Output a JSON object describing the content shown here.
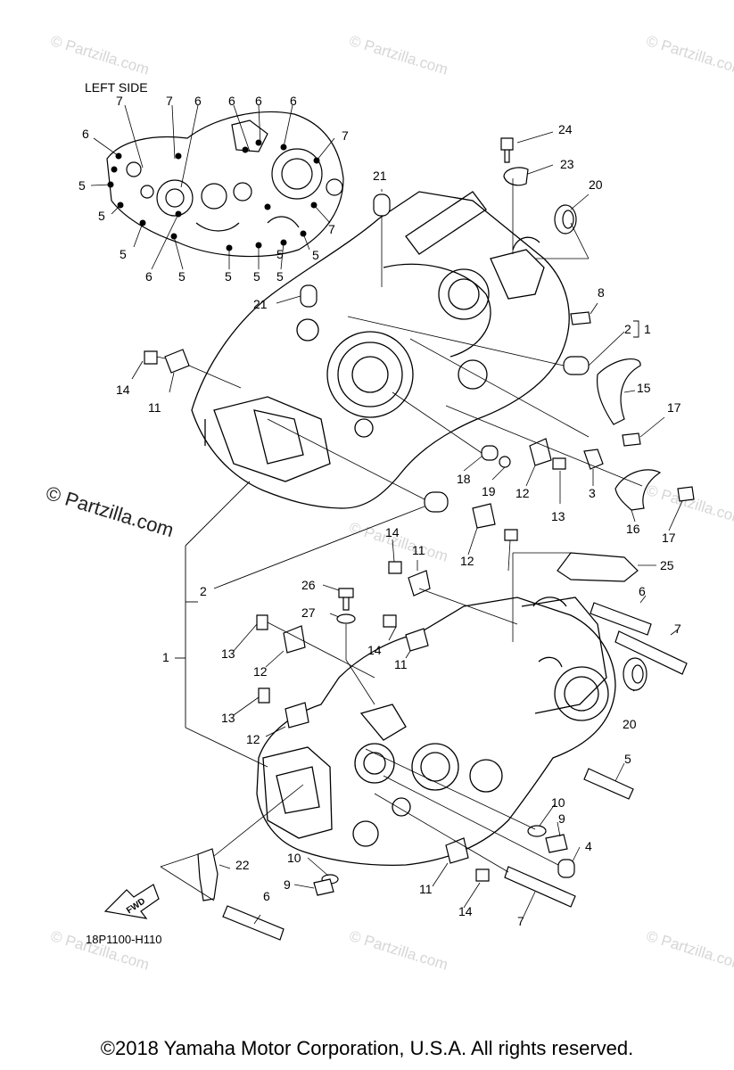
{
  "diagram": {
    "heading": "LEFT SIDE",
    "diagram_code": "18P1100-H110",
    "fwd_label": "FWD"
  },
  "watermark": {
    "text": "© Partzilla.com",
    "faint_text": "© Partzilla.com"
  },
  "footer": {
    "copyright": "©2018  Yamaha Motor Corporation, U.S.A. All rights reserved."
  },
  "callouts": {
    "inset": [
      "7",
      "7",
      "6",
      "6",
      "6",
      "6",
      "7",
      "6",
      "5",
      "5",
      "5",
      "5",
      "6",
      "5",
      "5",
      "5",
      "5",
      "5",
      "7"
    ],
    "upper": [
      "24",
      "23",
      "20",
      "21",
      "8",
      "2",
      "1",
      "21",
      "14",
      "11",
      "15",
      "17",
      "18",
      "19",
      "12",
      "3",
      "13",
      "12",
      "16",
      "17"
    ],
    "lower": [
      "14",
      "11",
      "25",
      "26",
      "2",
      "6",
      "27",
      "7",
      "1",
      "13",
      "14",
      "11",
      "12",
      "20",
      "13",
      "12",
      "5",
      "10",
      "9",
      "4",
      "22",
      "10",
      "9",
      "11",
      "14",
      "7",
      "6"
    ]
  }
}
